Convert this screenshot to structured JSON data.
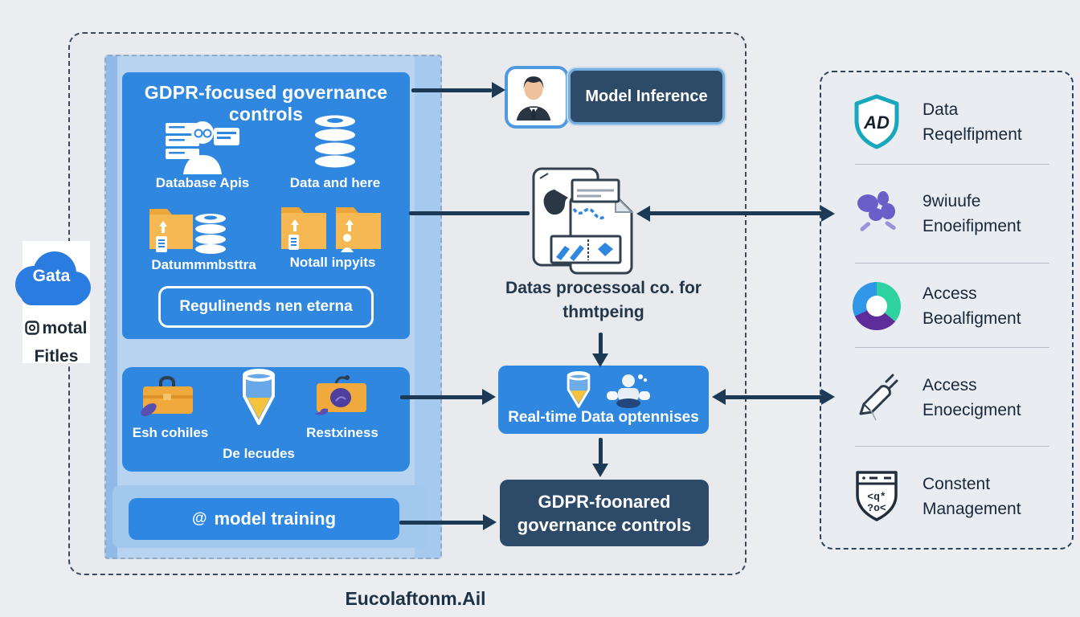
{
  "palette": {
    "panel_blue": "#2f87e0",
    "navy_box": "#2d4a68",
    "arrow": "#1c3a55",
    "folder_orange": "#f0a93c",
    "cloud_blue": "#2a7ce0",
    "funnel_yellow": "#f5c33b",
    "shield_teal": "#18a7bd",
    "flower_purple": "#6a5fc9",
    "donut_green": "#2fd3a0",
    "donut_purple": "#5e2d9a",
    "donut_blue": "#2f96e8"
  },
  "cloud": {
    "label": "Gata",
    "caption_line1": "motal",
    "caption_line2": "Fitles"
  },
  "left_panel": {
    "title": "GDPR-focused governance controls",
    "row1": [
      {
        "icon": "person-database-icon",
        "label": "Database Apis"
      },
      {
        "icon": "database-icon",
        "label": "Data and here"
      }
    ],
    "row2": [
      {
        "icon": "folder-database-icon",
        "label": "Datummmbsttra"
      },
      {
        "icon": "folders-icon",
        "label": "Notall inpyits"
      }
    ],
    "button_label": "Regulinends nen eterna",
    "processing": [
      {
        "icon": "toolbox-icon",
        "label": "Esh cohiles"
      },
      {
        "icon": "funnel-icon",
        "label": "De lecudes"
      },
      {
        "icon": "box-icon",
        "label": "Restxiness"
      }
    ],
    "training": {
      "icon_glyph": "@",
      "label": "model training"
    }
  },
  "center": {
    "inference_label": "Model Inference",
    "docs_caption_line1": "Datas processoal co. for",
    "docs_caption_line2": "thmtpeing",
    "realtime_label": "Real-time Data optennises",
    "governance_line1": "GDPR-foonared",
    "governance_line2": "governance controls"
  },
  "right_panel": {
    "items": [
      {
        "icon": "shield-ad-icon",
        "badge": "AD",
        "line1": "Data",
        "line2": "Reqelfipment"
      },
      {
        "icon": "flower-icon",
        "line1": "9wiuufe",
        "line2": "Enoeifipment"
      },
      {
        "icon": "donut-chart-icon",
        "line1": "Access",
        "line2": "Beoalfigment"
      },
      {
        "icon": "pen-icon",
        "line1": "Access",
        "line2": "Enoecigment"
      },
      {
        "icon": "shield-code-icon",
        "glyph1": "<q*",
        "glyph2": "?o<",
        "line1": "Constent",
        "line2": "Management"
      }
    ]
  },
  "footer": {
    "caption": "Eucolaftonm.Ail"
  }
}
